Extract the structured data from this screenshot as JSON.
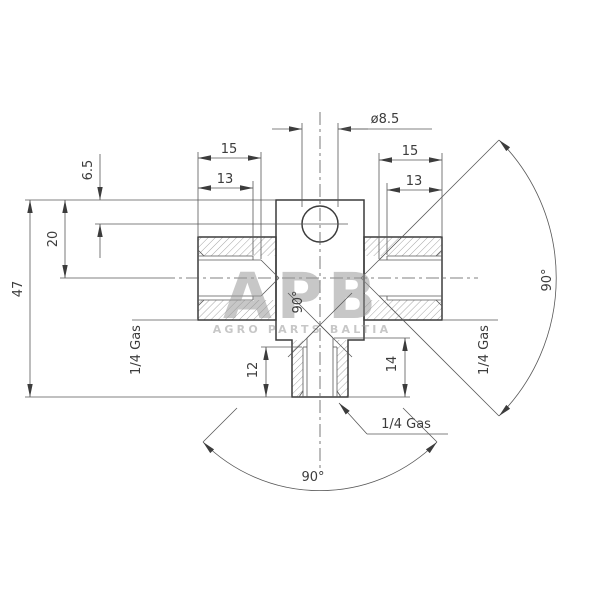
{
  "drawing": {
    "watermark": {
      "line1": "APB",
      "line2": "AGRO PARTS BALTIA"
    },
    "dimensions": {
      "hole_diameter": "ø8.5",
      "left_depth_full": "15",
      "left_depth_thread": "13",
      "right_depth_full": "15",
      "right_depth_thread": "13",
      "hole_offset": "6.5",
      "axis_offset": "20",
      "total_height": "47",
      "bottom_thread_depth": "12",
      "bottom_bore_depth": "14",
      "thread_left": "1/4 Gas",
      "thread_right": "1/4 Gas",
      "thread_bottom": "1/4 Gas",
      "cone_angle_right": "90°",
      "cone_angle_center": "90°",
      "cone_angle_bottom": "90°"
    }
  }
}
